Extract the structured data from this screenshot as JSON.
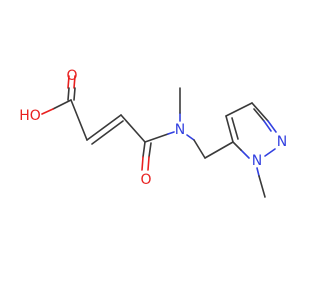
{
  "molecule": {
    "atoms": [
      {
        "id": "o_carbonyl_acid",
        "symbol": "O",
        "color": "#e8201f"
      },
      {
        "id": "o_hydroxyl",
        "symbol": "HO",
        "color": "#e8201f"
      },
      {
        "id": "o_amide",
        "symbol": "O",
        "color": "#e8201f"
      },
      {
        "id": "n_amide",
        "symbol": "N",
        "color": "#3341e0"
      },
      {
        "id": "n_pyrazole_1",
        "symbol": "N",
        "color": "#3341e0"
      },
      {
        "id": "n_pyrazole_2",
        "symbol": "N",
        "color": "#3341e0"
      }
    ],
    "bond_color": "#3a3a3a"
  }
}
